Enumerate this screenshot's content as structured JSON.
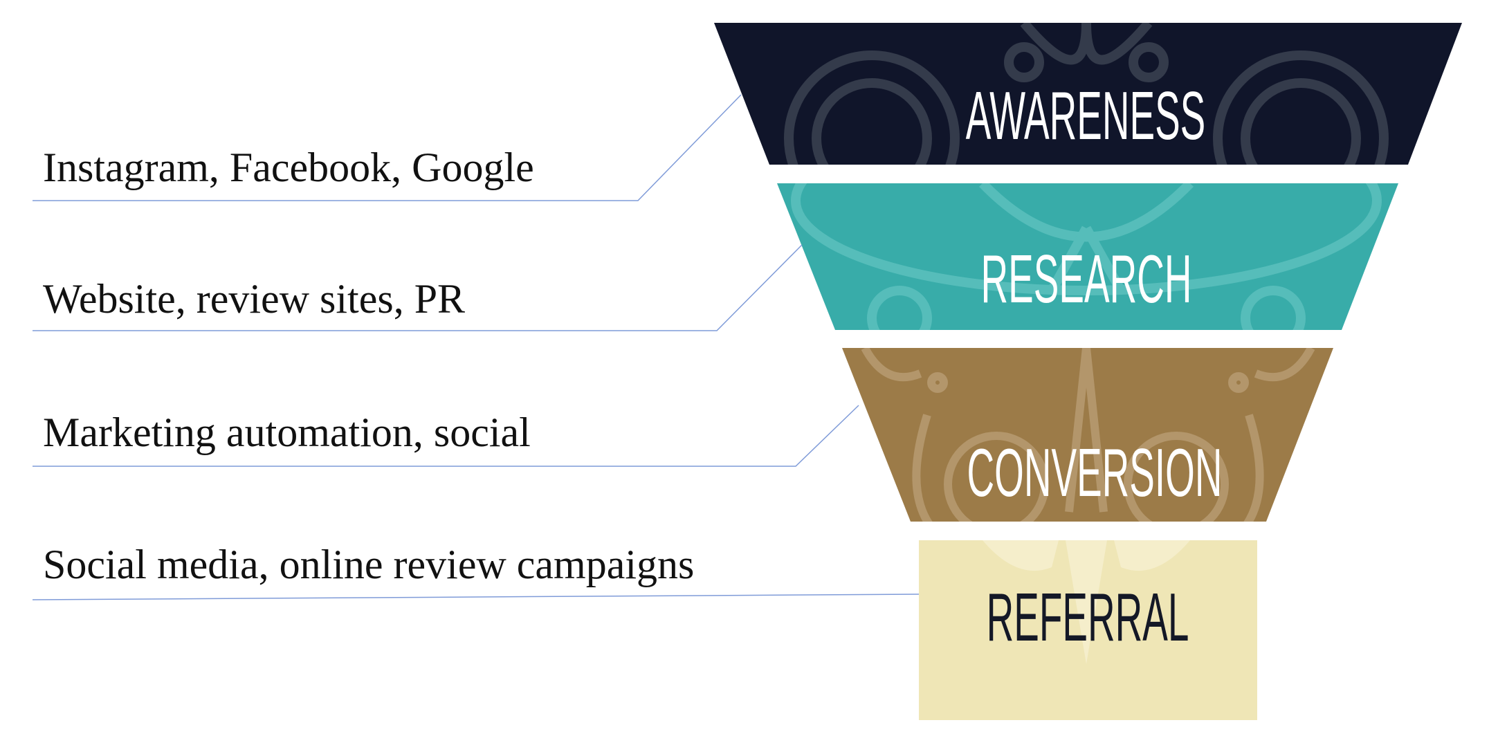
{
  "funnel": {
    "stages": [
      {
        "label": "AWARENESS",
        "channels": "Instagram, Facebook, Google",
        "color": "#10152a",
        "pattern_color": "#343b4b",
        "text_color": "#ffffff"
      },
      {
        "label": "RESEARCH",
        "channels": "Website, review sites, PR",
        "color": "#38aca9",
        "pattern_color": "#56bdba",
        "text_color": "#ffffff"
      },
      {
        "label": "CONVERSION",
        "channels": "Marketing automation, social",
        "color": "#9c7b48",
        "pattern_color": "#b3966b",
        "text_color": "#ffffff"
      },
      {
        "label": "REFERRAL",
        "channels": "Social media, online review campaigns",
        "color": "#efe6b6",
        "pattern_color": "#f5eecb",
        "text_color": "#141826"
      }
    ],
    "connector_color": "#7f9bd8"
  }
}
